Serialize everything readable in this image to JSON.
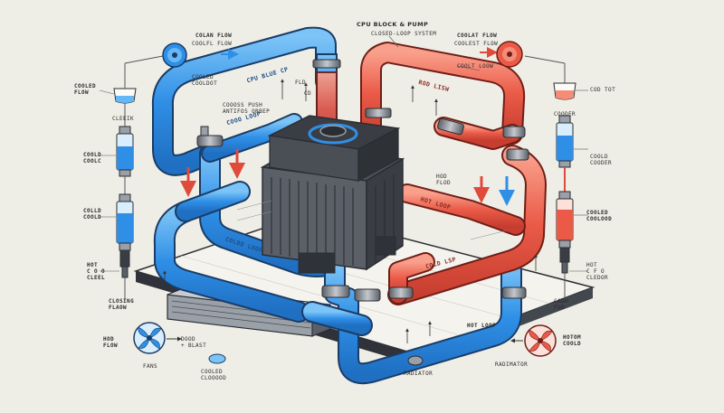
{
  "title_line1": "CPU BLOCK & PUMP",
  "title_line2": "CLOSED-LOOP SYSTEM",
  "labels": {
    "colan_flow": "COLAN FLOW",
    "colan_sub": "COOLFL FLOW",
    "coolat_flow": "COOLAT FLOW",
    "coolat_sub": "COOLEST FLOW",
    "coolt_loow": "COOLT LOOW",
    "cooled_flowt": "COOLED\nCOOLDOT",
    "cooled_flow_left": "COOLED\nFLOW",
    "cleeik": "CLEEIK",
    "cool_left": "COOLD\nCOOLC",
    "colld": "COLLD\nCOOLD",
    "hot_left": "HOT\nC O O\nCLEEL",
    "closing_flow": "CLOSING\nFLAOW",
    "cod_tot": "COD TOT",
    "cooder": "COODER",
    "cooled_right": "COOLD\nCOODER",
    "cooled_red": "COOLED\nCOOLOOD",
    "hot_right": "HOT\nC F O\nCLEDOR",
    "cado": "CADO\nFUD",
    "hod_flow": "HOD\nFLOW",
    "fans": "FANS",
    "doob_blast": "DOOD\n+ BLAST",
    "cooled_bottom": "COOLED\nCLOOOOD",
    "radiator": "RADIATOR",
    "hot_loop": "HOT LOOP",
    "radimator": "RADIMATOR",
    "hotom": "HOTOM\nCOOLD",
    "cpu_blue_pipe": "CPU BLUE CP",
    "red_pipe": "ROD LISW",
    "coo_loop": "COOO LOOP",
    "cooler_loop": "COLDD LOOP",
    "hot_loop_pipe": "HOT LOOP",
    "pump_note": "COOOSS PUSH\nANTIFOS ORBEP",
    "cold_lsp": "COLD LSP",
    "fld": "FLD",
    "cd": "CD",
    "hot_mid": "HOD\nFLOD"
  },
  "colors": {
    "background": "#efeee6",
    "cold_pipe": "#2f8fe6",
    "cold_pipe_light": "#66b7f5",
    "hot_pipe": "#ea5a47",
    "hot_pipe_light": "#f58c78",
    "metal_dark": "#3a3e44",
    "metal_light": "#9aa0a8",
    "outline": "#2a2d33"
  },
  "icons": [
    "blue-fan-icon",
    "red-fan-icon",
    "blue-pump-icon",
    "red-pump-icon",
    "coolant-vial-icon",
    "cpu-block-icon",
    "radiator-icon",
    "flow-arrow-icon"
  ]
}
